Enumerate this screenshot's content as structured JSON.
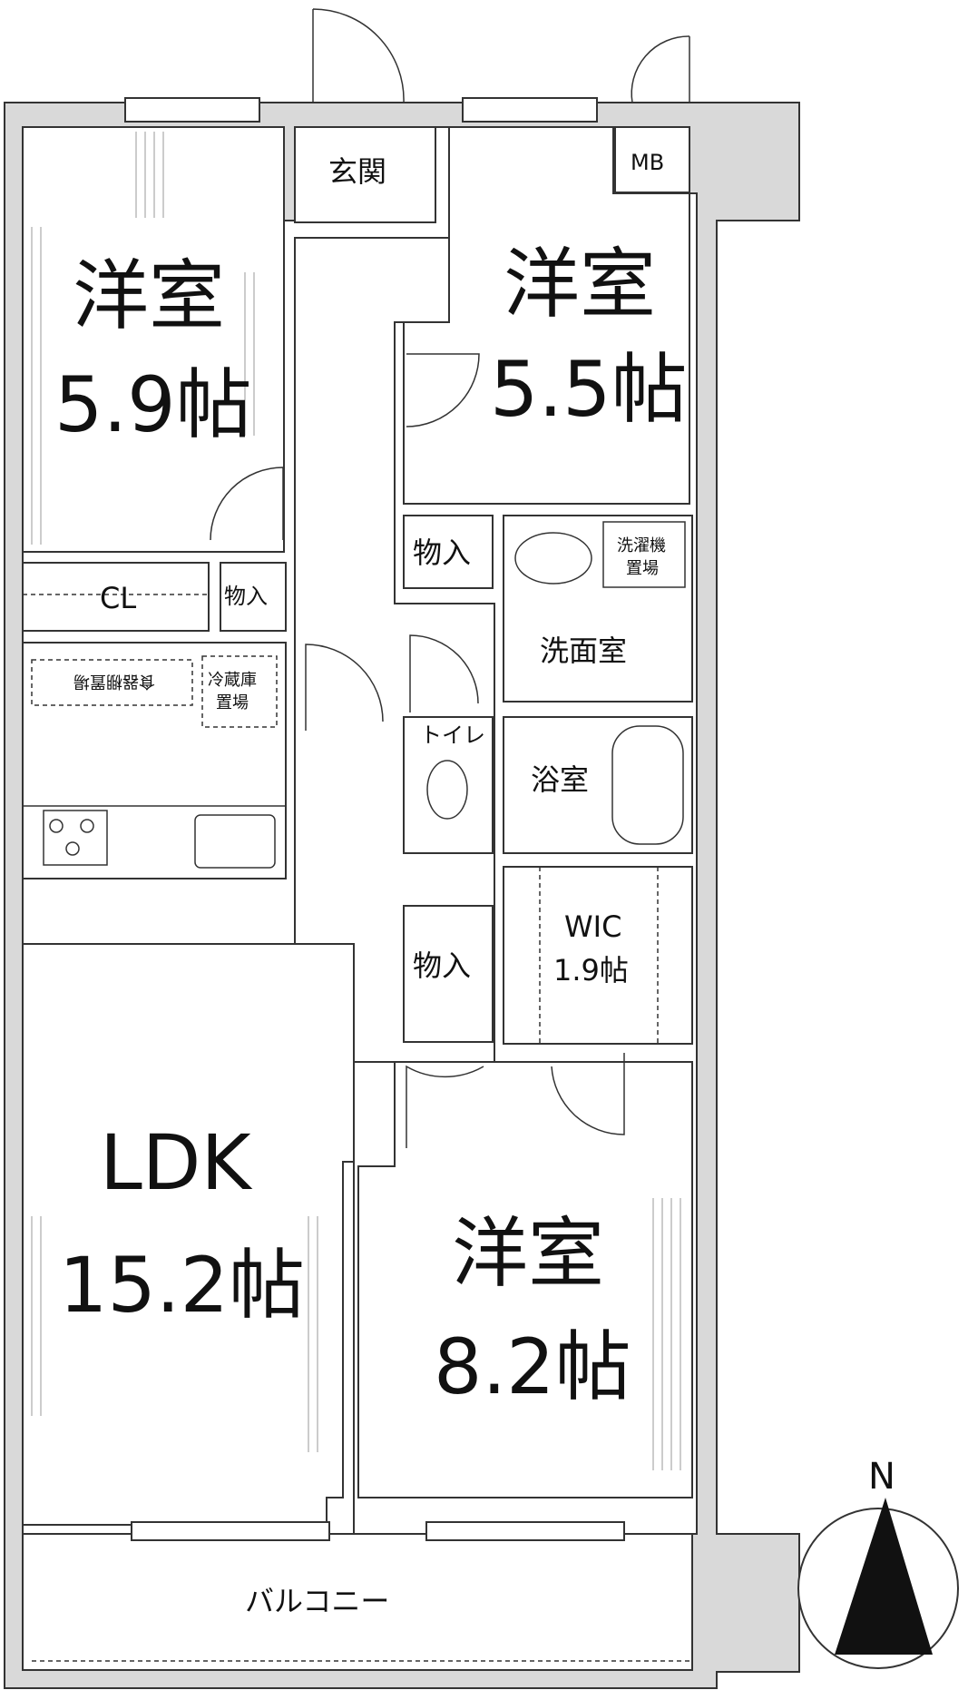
{
  "rooms": {
    "western1": {
      "name": "洋室",
      "size": "5.9帖"
    },
    "western2": {
      "name": "洋室",
      "size": "5.5帖"
    },
    "western3": {
      "name": "洋室",
      "size": "8.2帖"
    },
    "ldk": {
      "name": "LDK",
      "size": "15.2帖"
    },
    "entrance": "玄関",
    "mb": "MB",
    "closet": "CL",
    "storage1": "物入",
    "storage2": "物入",
    "storage3": "物入",
    "washroom": "洗面室",
    "washer": [
      "洗濯機",
      "置場"
    ],
    "fridge": [
      "冷蔵庫",
      "置場"
    ],
    "pantry": "食器棚置場",
    "toilet": "トイレ",
    "bath": "浴室",
    "wic": {
      "name": "WIC",
      "size": "1.9帖"
    },
    "balcony": "バルコニー"
  },
  "compass": {
    "label": "N"
  }
}
